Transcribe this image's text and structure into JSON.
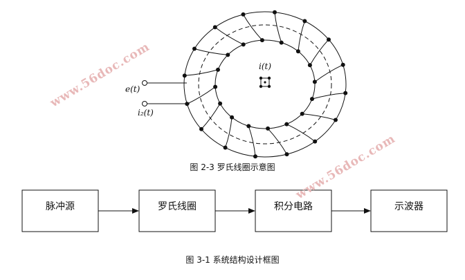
{
  "coil_figure": {
    "label_current": "i(t)",
    "label_emf": "e(t)",
    "label_i2": "i₂(t)",
    "caption": "图 2-3 罗氏线圈示意图"
  },
  "block_diagram": {
    "blocks": [
      "脉冲源",
      "罗氏线圈",
      "积分电路",
      "示波器"
    ],
    "caption": "图 3-1 系统结构设计框图"
  },
  "watermark": "www.56doc.com"
}
